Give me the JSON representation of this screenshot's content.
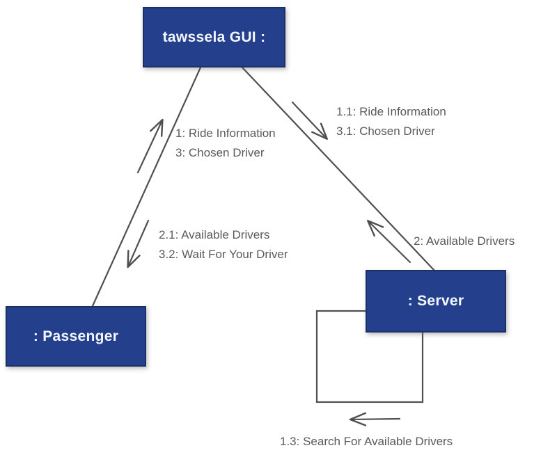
{
  "colors": {
    "background": "#ffffff",
    "node_fill": "#24408d",
    "node_border": "#1c3068",
    "node_text": "#f4f7fd",
    "line": "#4f4f4f",
    "label_text": "#5a5a5a"
  },
  "nodes": {
    "gui": {
      "label": "tawssela GUI :"
    },
    "passenger": {
      "label": ": Passenger"
    },
    "server": {
      "label": ": Server"
    }
  },
  "messages": {
    "passenger_to_gui": {
      "line1": "1: Ride Information",
      "line2": "3: Chosen Driver"
    },
    "gui_to_server": {
      "line1": "1.1: Ride Information",
      "line2": "3.1: Chosen Driver"
    },
    "gui_to_passenger": {
      "line1": "2.1: Available Drivers",
      "line2": "3.2: Wait For Your Driver"
    },
    "server_to_gui": {
      "line1": "2: Available Drivers"
    },
    "server_self_loop": {
      "line1": "1.3: Search For Available Drivers"
    }
  }
}
